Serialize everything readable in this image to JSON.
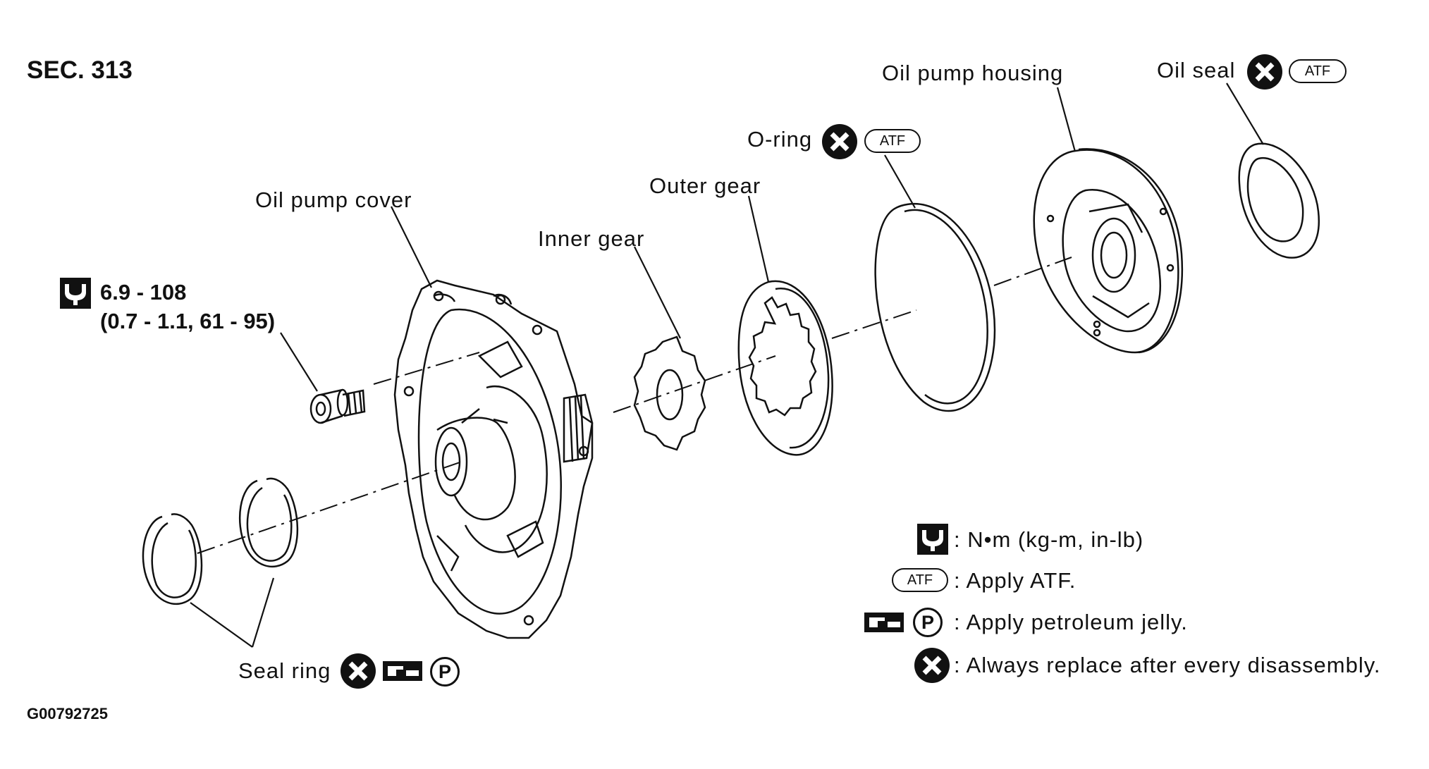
{
  "section": "SEC. 313",
  "figure_code": "G00792725",
  "torque": {
    "value": "6.9 - 108",
    "alt_units": "(0.7 - 1.1, 61 - 95)"
  },
  "parts": {
    "oil_pump_cover": "Oil pump cover",
    "inner_gear": "Inner gear",
    "outer_gear": "Outer gear",
    "o_ring": "O-ring",
    "oil_pump_housing": "Oil pump housing",
    "oil_seal": "Oil seal",
    "seal_ring": "Seal ring"
  },
  "symbols": {
    "atf": "ATF",
    "petroleum": "P"
  },
  "legend": {
    "torque": ": N•m (kg-m, in-lb)",
    "atf": ": Apply ATF.",
    "petroleum": ": Apply petroleum jelly.",
    "replace": ": Always replace after every disassembly."
  }
}
